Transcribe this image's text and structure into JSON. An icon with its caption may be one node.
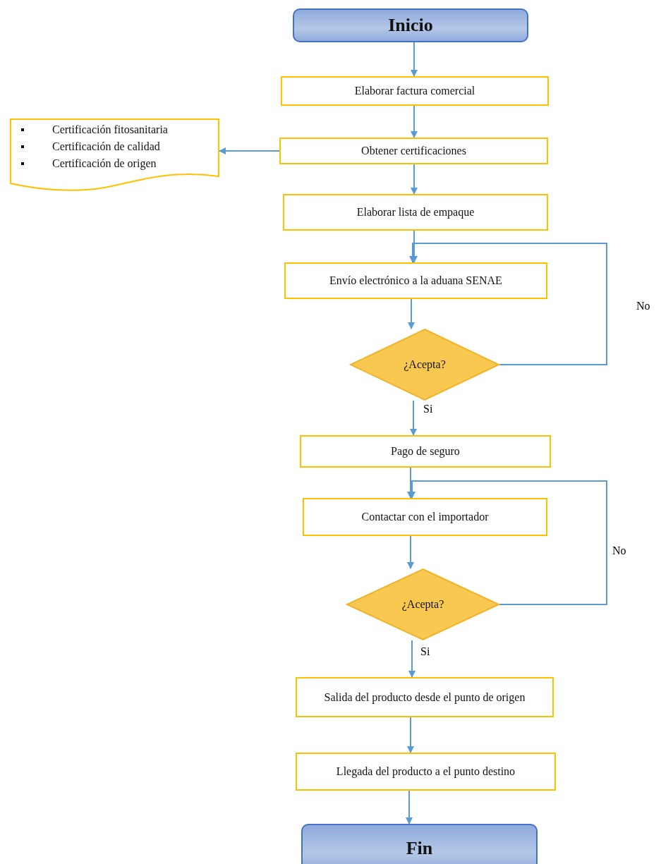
{
  "diagram": {
    "nodes": [
      {
        "text": [
          "Inicio"
        ]
      },
      {
        "text": [
          "Elaborar factura comercial"
        ]
      },
      {
        "text": [
          "Obtener certificaciones"
        ]
      },
      {
        "text": [
          "Certificación fitosanitaria",
          "Certificación de calidad",
          "Certificación de origen"
        ]
      },
      {
        "text": [
          "Elaborar lista de empaque"
        ]
      },
      {
        "text": [
          "Envío electrónico a la aduana SENAE"
        ]
      },
      {
        "text": [
          "¿Acepta?"
        ]
      },
      {
        "text": [
          "Pago de seguro"
        ]
      },
      {
        "text": [
          "Contactar con el importador"
        ]
      },
      {
        "text": [
          "¿Acepta?"
        ]
      },
      {
        "text": [
          "Salida del producto desde el punto de origen"
        ]
      },
      {
        "text": [
          "Llegada del producto a el punto destino"
        ]
      },
      {
        "text": [
          "Fin"
        ]
      }
    ],
    "edges": [
      {
        "from": 0,
        "to": 1,
        "arrow": "to"
      },
      {
        "from": 1,
        "to": 2,
        "arrow": "to"
      },
      {
        "from": 2,
        "to": 3,
        "arrow": "to"
      },
      {
        "from": 2,
        "to": 4,
        "arrow": "to"
      },
      {
        "from": 4,
        "to": 5,
        "arrow": "to"
      },
      {
        "from": 5,
        "to": 6,
        "arrow": "to"
      },
      {
        "from": 6,
        "to": 5,
        "arrow": "to",
        "label": "No"
      },
      {
        "from": 6,
        "to": 7,
        "arrow": "to",
        "label": "Si"
      },
      {
        "from": 7,
        "to": 8,
        "arrow": "to"
      },
      {
        "from": 8,
        "to": 9,
        "arrow": "to"
      },
      {
        "from": 9,
        "to": 8,
        "arrow": "to",
        "label": "No"
      },
      {
        "from": 9,
        "to": 10,
        "arrow": "to",
        "label": "Si"
      },
      {
        "from": 10,
        "to": 11,
        "arrow": "to"
      },
      {
        "from": 11,
        "to": 12,
        "arrow": "to"
      }
    ]
  }
}
